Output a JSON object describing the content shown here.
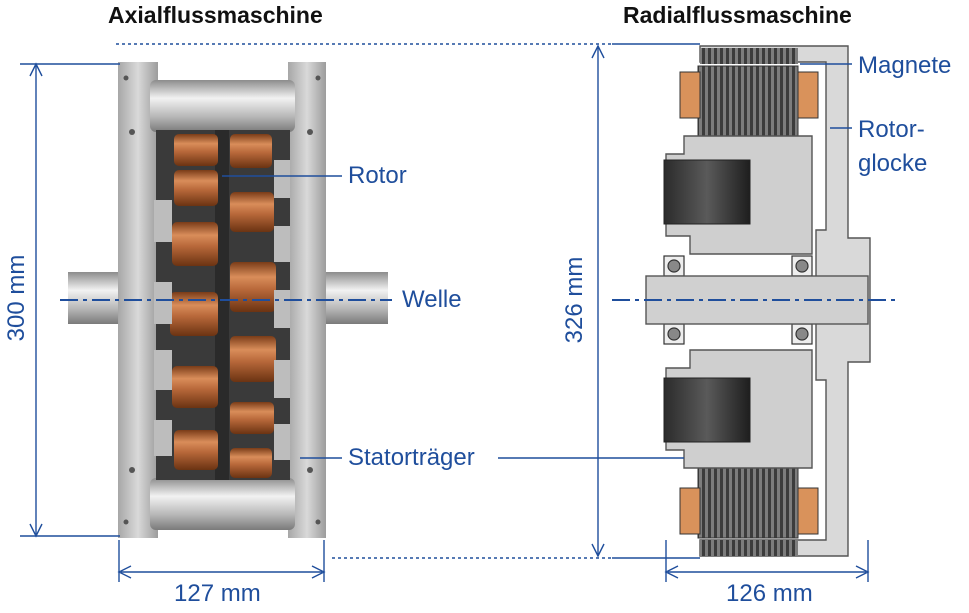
{
  "titles": {
    "axial": "Axialflussmaschine",
    "radial": "Radialflussmaschine"
  },
  "labels": {
    "rotor": "Rotor",
    "welle": "Welle",
    "statortraeger": "Statorträger",
    "magnete": "Magnete",
    "rotorglocke_1": "Rotor-",
    "rotorglocke_2": "glocke"
  },
  "dimensions": {
    "axial_height": "300 mm",
    "axial_width": "127 mm",
    "radial_height": "326 mm",
    "radial_width": "126 mm"
  },
  "colors": {
    "accent": "#1f4e9c",
    "copper": "#b8683a",
    "steel": "#c8c8c8",
    "housing_gray": "#d6d6d6",
    "dark_gray": "#4a4a4a"
  }
}
